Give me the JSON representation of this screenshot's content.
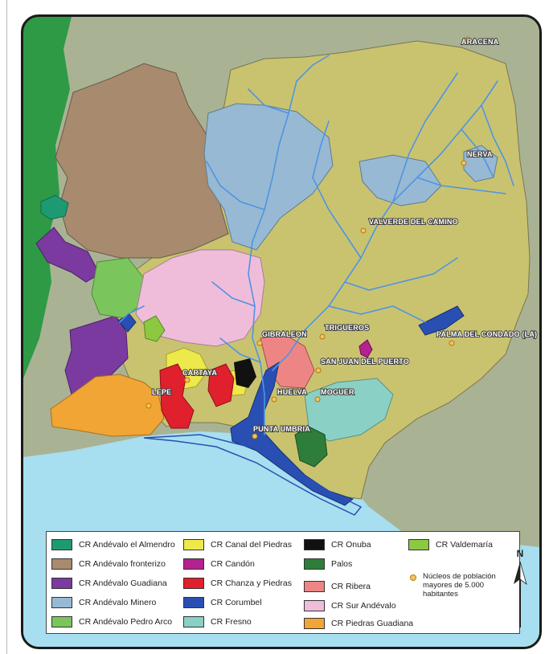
{
  "map": {
    "colors": {
      "outer_land": "#a9b394",
      "basin": "#c9c370",
      "sea": "#a7dff0",
      "river": "#4f94e3",
      "frame_green": "#2e9a46"
    },
    "towns": [
      {
        "name": "ARACENA"
      },
      {
        "name": "NERVA"
      },
      {
        "name": "VALVERDE DEL CAMINO"
      },
      {
        "name": "GIBRALEON"
      },
      {
        "name": "TRIGUEROS"
      },
      {
        "name": "PALMA DEL CONDADO (LA)"
      },
      {
        "name": "SAN JUAN DEL PUERTO"
      },
      {
        "name": "CARTAYA"
      },
      {
        "name": "LEPE"
      },
      {
        "name": "HUELVA"
      },
      {
        "name": "MOGUER"
      },
      {
        "name": "PUNTA UMBRIA"
      }
    ]
  },
  "legend": {
    "items": [
      {
        "label": "CR Andévalo el Almendro",
        "color": "#1e9a72"
      },
      {
        "label": "CR Andévalo fronterizo",
        "color": "#a88a6e"
      },
      {
        "label": "CR Andévalo Guadiana",
        "color": "#7b3aa0"
      },
      {
        "label": "CR Andévalo Minero",
        "color": "#98b9d3"
      },
      {
        "label": "CR Andévalo Pedro Arco",
        "color": "#7bc65c"
      },
      {
        "label": "CR Canal del Piedras",
        "color": "#eee94a"
      },
      {
        "label": "CR Candón",
        "color": "#b3228f"
      },
      {
        "label": "CR Chanza y Piedras",
        "color": "#e0202c"
      },
      {
        "label": "CR Corumbel",
        "color": "#2a4fb3"
      },
      {
        "label": "CR Fresno",
        "color": "#8bd0c4"
      },
      {
        "label": "CR Onuba",
        "color": "#111111"
      },
      {
        "label": "Palos",
        "color": "#2f7d3a"
      },
      {
        "label": "CR Ribera",
        "color": "#ee8585"
      },
      {
        "label": "CR Sur Andévalo",
        "color": "#efbdda"
      },
      {
        "label": "CR Piedras Guadiana",
        "color": "#f0a534"
      },
      {
        "label": "CR Valdemaría",
        "color": "#8cc840"
      }
    ],
    "towns_note": "Núcleos de población mayores de 5.000 habitantes"
  },
  "compass": {
    "label": "N"
  }
}
